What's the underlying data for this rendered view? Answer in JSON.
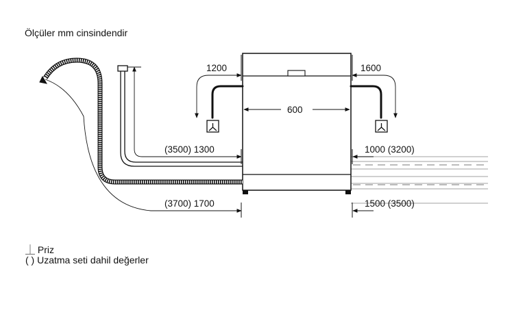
{
  "header": {
    "title": "Ölçüler mm cinsindendir"
  },
  "dimensions": {
    "left_top": "1200",
    "right_top": "1600",
    "width": "600",
    "left_mid": "(3500) 1300",
    "right_mid": "1000 (3200)",
    "left_bottom": "(3700) 1700",
    "right_bottom": "1500 (3500)"
  },
  "legend": {
    "socket_symbol": "⏊",
    "socket_label": "Priz",
    "bracket_symbol": "( )",
    "bracket_label": "Uzatma seti dahil değerler"
  }
}
